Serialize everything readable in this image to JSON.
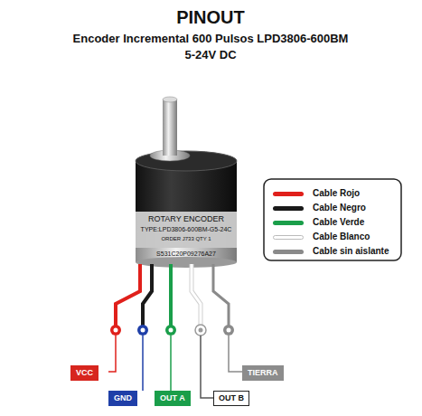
{
  "diagram": {
    "title": "PINOUT",
    "nodes": [
      {
        "text": [
          "VCC"
        ]
      },
      {
        "text": [
          "GND"
        ]
      },
      {
        "text": [
          "OUT A"
        ]
      },
      {
        "text": [
          "OUT B"
        ]
      },
      {
        "text": [
          "TIERRA"
        ]
      }
    ],
    "labels": [
      "Encoder Incremental 600 Pulsos LPD3806-600BM",
      "5-24V DC",
      "ROTARY ENCODER",
      "TYPE:LPD3806-600BM-G5-24C",
      "ORDER J733 QTY 1",
      "S531C20P09276A27"
    ],
    "legend": [
      {
        "text": "Cable Rojo",
        "color": "#e0201b"
      },
      {
        "text": "Cable Negro",
        "color": "#1a1a1a"
      },
      {
        "text": "Cable Verde",
        "color": "#1a9e4a"
      },
      {
        "text": "Cable Blanco",
        "color": "#ffffff"
      },
      {
        "text": "Cable sin aislante",
        "color": "#8a8a8a"
      }
    ]
  }
}
